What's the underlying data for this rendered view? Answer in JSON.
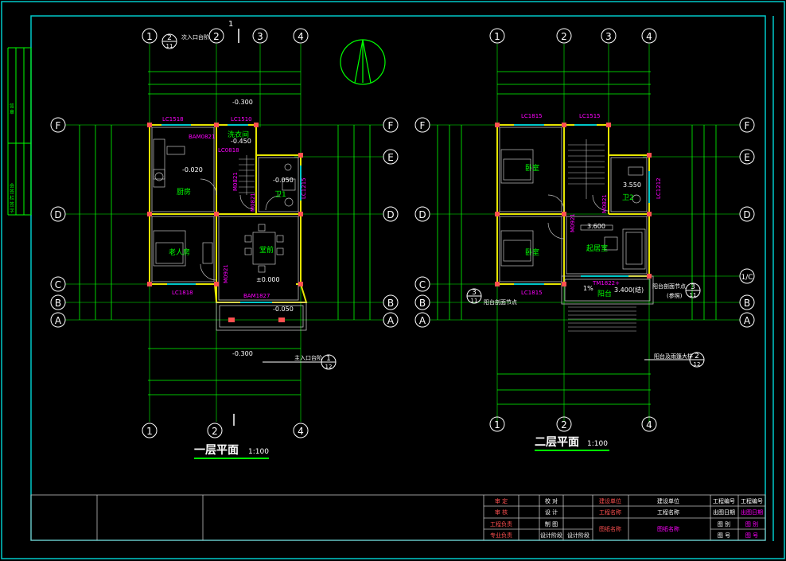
{
  "colors": {
    "background": "#000000",
    "frame": "#00c8c8",
    "axis_green": "#00ff00",
    "wall_yellow": "#e6e600",
    "grey": "#c0c0c0",
    "magenta": "#ff00ff",
    "white": "#ffffff",
    "red_column": "#ff5050",
    "title_green": "#00ff00"
  },
  "plan1": {
    "title": "一层平面",
    "scale": "1:100",
    "axes_top": [
      "1",
      "2",
      "3",
      "4"
    ],
    "axes_bottom": [
      "1",
      "2",
      "4"
    ],
    "axes_bottom_extra": "2",
    "axes_left": [
      "F",
      "D",
      "C",
      "B",
      "A"
    ],
    "axes_right": [
      "F",
      "E",
      "D",
      "B",
      "A"
    ],
    "section_mark": "1",
    "entrance_top_ref": {
      "num": "2",
      "sub": "11"
    },
    "entrance_top_label": "次入口台阶",
    "entrance_bottom_ref": {
      "num": "1",
      "sub": "12"
    },
    "entrance_bottom_label": "主入口台阶",
    "rooms": {
      "kitchen": "厨房",
      "laundry": "洗衣间",
      "wc": "卫1",
      "elder_bedroom": "老人房",
      "hall": "堂前"
    },
    "labels": {
      "lc1518": "LC1518",
      "lc1510": "LC1510",
      "bam0821": "BAM0821",
      "lc0818": "LC0818",
      "m0821a": "M0821",
      "m0821b": "M0821",
      "lc1215": "LC1215",
      "m0921": "M0921",
      "lc1818": "LC1818",
      "bam1827": "BAM1827"
    },
    "elevations": {
      "e1": "-0.300",
      "e2": "-0.450",
      "e3": "-0.020",
      "e4": "-0.050",
      "e5": "±0.000",
      "e6": "-0.050",
      "e7": "-0.300"
    }
  },
  "plan2": {
    "title": "二层平面",
    "scale": "1:100",
    "axes_top": [
      "1",
      "2",
      "3",
      "4"
    ],
    "axes_bottom": [
      "1",
      "2",
      "4"
    ],
    "axes_left": [
      "F",
      "D",
      "C",
      "B",
      "A"
    ],
    "axes_right": [
      "F",
      "E",
      "D",
      "1/C",
      "B",
      "A"
    ],
    "rooms": {
      "bedroom1": "卧室",
      "bedroom2": "卧室",
      "wc": "卫2",
      "living": "起居室",
      "balcony": "阳台"
    },
    "labels": {
      "lc1815a": "LC1815",
      "lc1515": "LC1515",
      "lc1212": "LC1212",
      "m0921": "M0921",
      "m0821": "M0821",
      "lc1815b": "LC1815",
      "tm1822": "TM1822+"
    },
    "elevations": {
      "e1": "3.550",
      "e2": "3.600",
      "e3": "3.400(结)",
      "slope": "1%"
    },
    "refs": {
      "left": {
        "num": "3",
        "sub": "11",
        "label": "阳台剖面节点"
      },
      "right": {
        "num": "3",
        "sub": "11",
        "label": "阳台剖面节点"
      },
      "right_note": "(参照)",
      "bottom": {
        "num": "2",
        "sub": "12",
        "label": "阳台及雨篷大样"
      }
    }
  },
  "title_block": {
    "col1": [
      "审 定",
      "审 核",
      "工程负责",
      "专业负责"
    ],
    "col2": [
      "校 对",
      "设 计",
      "制 图",
      "设计阶段"
    ],
    "col2_value": "设计阶段",
    "col3": [
      "建设单位",
      "工程名称",
      "图纸名称"
    ],
    "col3_values": [
      "建设单位",
      "工程名称",
      "图纸名称"
    ],
    "col4": [
      "工程编号",
      "出图日期",
      "图 别",
      "图 号"
    ],
    "col4_values": [
      "工程编号",
      "出图日期",
      "图 别",
      "图 号"
    ]
  },
  "left_strip": {
    "text1": "签 章",
    "text2": "会 签 栏 签 字"
  }
}
